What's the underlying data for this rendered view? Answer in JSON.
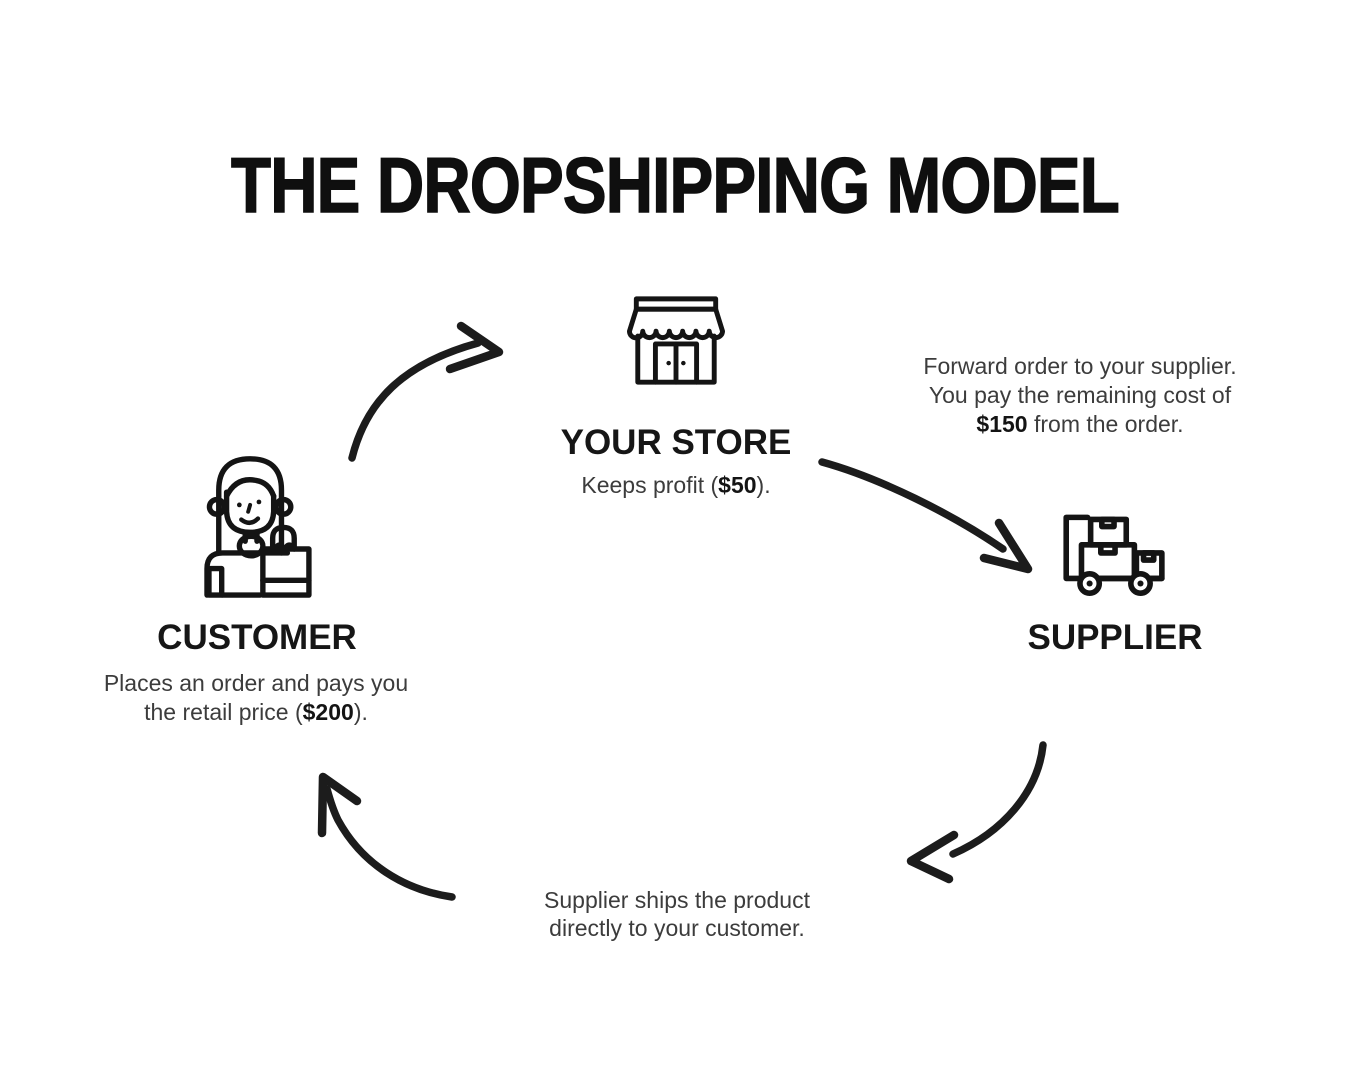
{
  "title": {
    "text": "THE DROPSHIPPING MODEL"
  },
  "colors": {
    "background": "#ffffff",
    "ink": "#161616",
    "body_text": "#3c3c3c"
  },
  "nodes": {
    "store": {
      "label": "YOUR STORE",
      "icon": "storefront-icon",
      "desc_pre": "Keeps profit (",
      "desc_amount": "$50",
      "desc_post": ")."
    },
    "customer": {
      "label": "CUSTOMER",
      "icon": "customer-icon",
      "desc_line1": "Places an order and pays you",
      "desc_line2_pre": "the retail price (",
      "desc_amount": "$200",
      "desc_line2_post": ")."
    },
    "supplier": {
      "label": "SUPPLIER",
      "icon": "delivery-cart-icon"
    }
  },
  "annotations": {
    "forward_order": {
      "line1": "Forward order to your supplier.",
      "line2": "You pay the remaining cost of",
      "line3_amount": "$150",
      "line3_post": " from the order."
    },
    "shipping": {
      "line1": "Supplier ships the product",
      "line2": "directly to your customer."
    }
  },
  "flows": [
    {
      "from": "customer",
      "to": "store"
    },
    {
      "from": "store",
      "to": "supplier"
    },
    {
      "from": "supplier",
      "to": "customer"
    }
  ]
}
